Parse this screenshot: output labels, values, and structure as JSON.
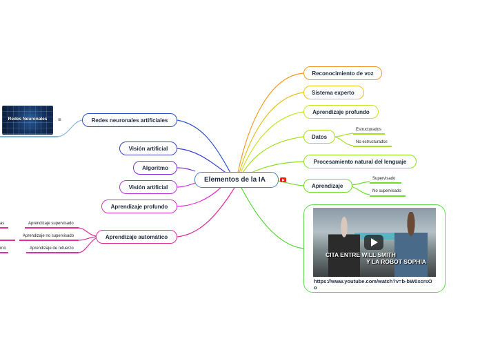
{
  "root": {
    "label": "Elementos de la IA",
    "icon": "youtube-icon"
  },
  "right_branches": {
    "voz": "Reconocimiento de voz",
    "experto": "Sistema experto",
    "profundo": "Aprendizaje profundo",
    "datos": "Datos",
    "datos_children": [
      "Estructurados",
      "No estructurados"
    ],
    "pln": "Procesamiento natural del lenguaje",
    "aprendizaje": "Aprendizaje",
    "aprendizaje_children": [
      "Supervisado",
      "No supervisado"
    ],
    "video": {
      "caption_line1": "CITA ENTRE WILL SMITH",
      "caption_line2": "Y LA ROBOT SOPHIA",
      "url": "https://www.youtube.com/watch?v=b-bW0xcrsOo"
    }
  },
  "left_branches": {
    "redes": "Redes neuronales artificiales",
    "redes_image_title": "Redes Neuronales",
    "vision1": "Visión artificial",
    "algoritmo": "Algoritmo",
    "vision2": "Visión artificial",
    "profundo": "Aprendizaje profundo",
    "automatico": "Aprendizaje automático",
    "automatico_children": [
      "Aprendizaje supervisado",
      "Aprendizaje no supervisado",
      "Aprendizaje de refuerzo"
    ],
    "cut_labels": [
      "as",
      "rno"
    ]
  },
  "colors": {
    "orange": "#f39a1f",
    "gold": "#e8c01a",
    "yellowgreen": "#c7e324",
    "lime": "#8ee21f",
    "green": "#55d636",
    "blue_dark": "#2850c8",
    "purple": "#7a2ed8",
    "violet": "#c02ee0",
    "magenta": "#e02ec8",
    "pink": "#e02e9a",
    "lightblue": "#7fb3e0"
  }
}
